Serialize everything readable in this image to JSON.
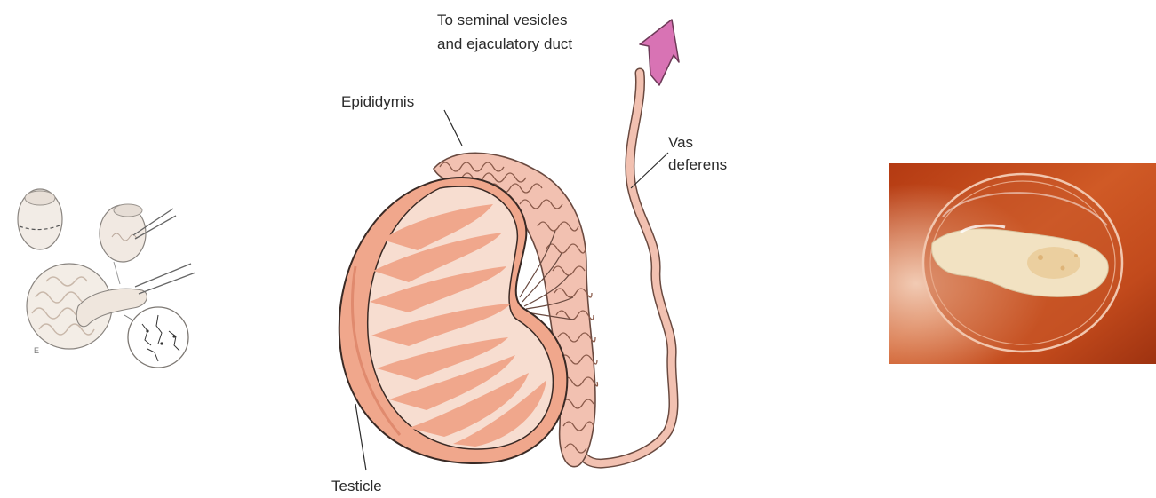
{
  "anatomy": {
    "labels": {
      "seminal_line1": "To seminal vesicles",
      "seminal_line2": "and ejaculatory duct",
      "epididymis": "Epididymis",
      "vas_line1": "Vas",
      "vas_line2": "deferens",
      "testicle": "Testicle"
    }
  },
  "procedure": {
    "letter": "E"
  },
  "colors": {
    "testis_pink": "#f0a78c",
    "tissue_light": "#f7ddd0",
    "tube_pink": "#f2c1b1",
    "arrow_magenta": "#d873b4",
    "photo_background": "#c64a1e"
  }
}
